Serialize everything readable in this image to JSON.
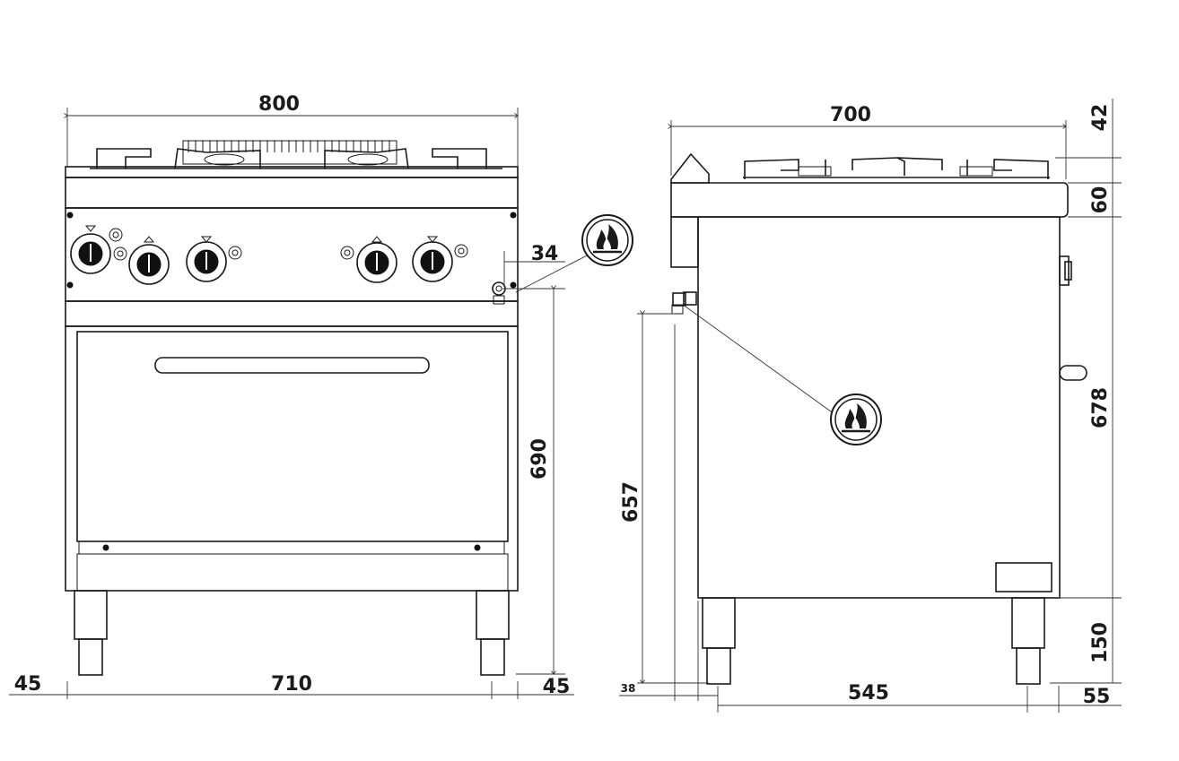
{
  "front_view": {
    "dims": {
      "width_total": "800",
      "inner_width": "710",
      "left_offset": "45",
      "right_offset": "45",
      "height_to_valve": "690",
      "valve_offset": "34"
    }
  },
  "side_view": {
    "dims": {
      "depth_total": "700",
      "top_height": "42",
      "panel_height": "60",
      "body_height": "678",
      "leg_height": "150",
      "height_to_inlet": "657",
      "rear_offset": "38",
      "leg_span": "545",
      "front_offset": "55"
    }
  },
  "icons": [
    "gas-flame-icon",
    "gas-flame-icon"
  ]
}
